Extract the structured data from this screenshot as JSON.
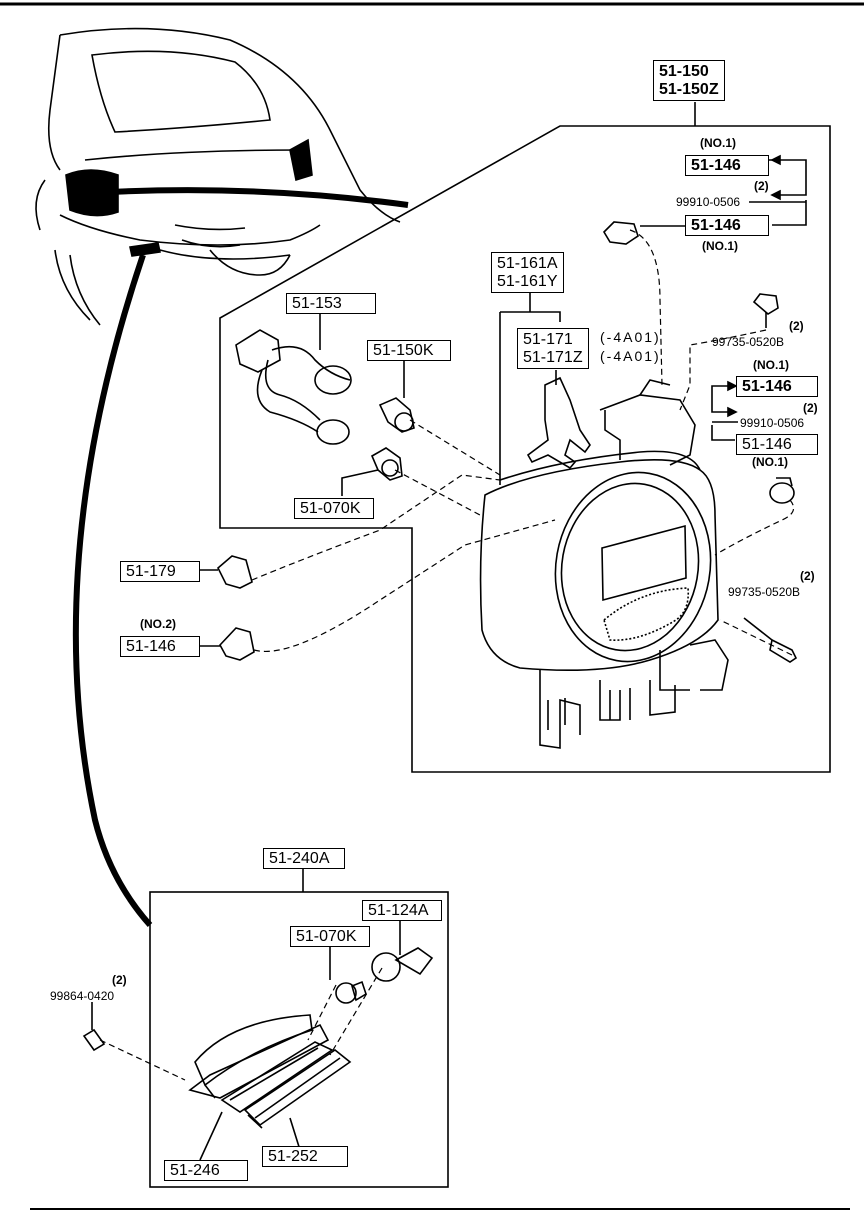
{
  "labels": {
    "assy_main_a": "51-150",
    "assy_main_b": "51-150Z",
    "no1_top": "(NO.1)",
    "p146_top_1": "51-146",
    "qty2_top": "(2)",
    "gasket_top": "99910-0506",
    "p146_top_2": "51-146",
    "no1_top_2": "(NO.1)",
    "p161_a": "51-161A",
    "p161_b": "51-161Y",
    "p153": "51-153",
    "p171_a": "51-171",
    "p171_b": "51-171Z",
    "code_a": "(-4A01)",
    "code_b": "(-4A01)",
    "p150k": "51-150K",
    "qty2_screw_top": "(2)",
    "screw_top": "99735-0520B",
    "no1_mid": "(NO.1)",
    "p146_mid_1": "51-146",
    "qty2_mid": "(2)",
    "gasket_mid": "99910-0506",
    "p146_mid_2": "51-146",
    "no1_mid_2": "(NO.1)",
    "p070k_top": "51-070K",
    "p179": "51-179",
    "no2": "(NO.2)",
    "p146_left": "51-146",
    "qty2_screw_bot": "(2)",
    "screw_bot": "99735-0520B",
    "p240a": "51-240A",
    "p124a": "51-124A",
    "p070k_bot": "51-070K",
    "qty2_lic": "(2)",
    "screw_lic": "99864-0420",
    "p246": "51-246",
    "p252": "51-252"
  }
}
